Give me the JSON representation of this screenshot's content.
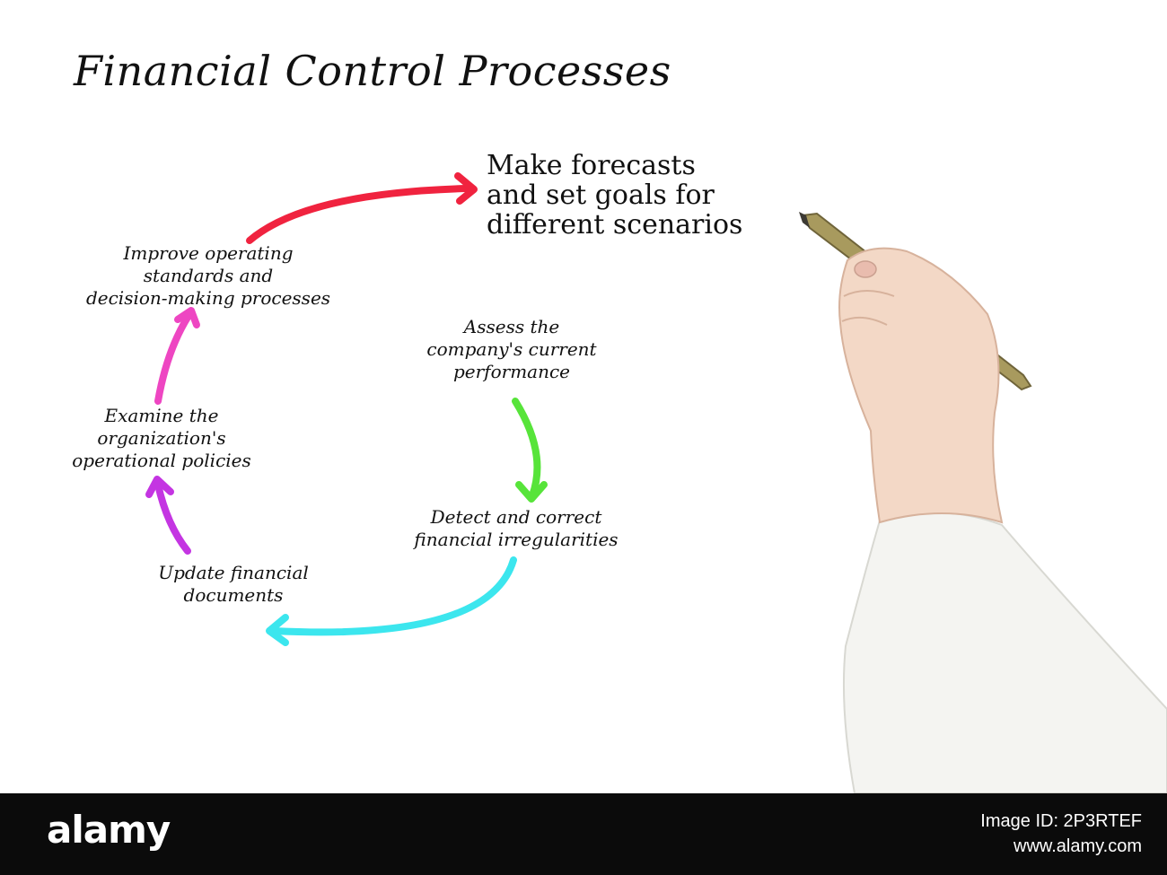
{
  "title": "Financial Control Processes",
  "steps": {
    "forecast": [
      "Make forecasts",
      "and set goals for",
      "different scenarios"
    ],
    "assess": [
      "Assess the",
      "company's current",
      "performance"
    ],
    "detect": [
      "Detect and correct",
      "financial irregularities"
    ],
    "update": [
      "Update financial",
      "documents"
    ],
    "examine": [
      "Examine the",
      "organization's",
      "operational policies"
    ],
    "improve": [
      "Improve operating",
      "standards and",
      "decision-making processes"
    ]
  },
  "arrows": [
    {
      "from": "improve",
      "to": "forecast",
      "color": "#f0233f"
    },
    {
      "from": "assess",
      "to": "detect",
      "color": "#57e43a"
    },
    {
      "from": "detect",
      "to": "update",
      "color": "#3ce6ee"
    },
    {
      "from": "update",
      "to": "examine",
      "color": "#c435e2"
    },
    {
      "from": "examine",
      "to": "improve",
      "color": "#ee46c2"
    }
  ],
  "watermark": {
    "brand": "alamy",
    "image_id": "Image ID: 2P3RTEF",
    "url": "www.alamy.com"
  },
  "colors": {
    "background": "#ffffff",
    "text": "#111111",
    "footer": "#0b0b0b",
    "pen": "#a89a5e"
  }
}
